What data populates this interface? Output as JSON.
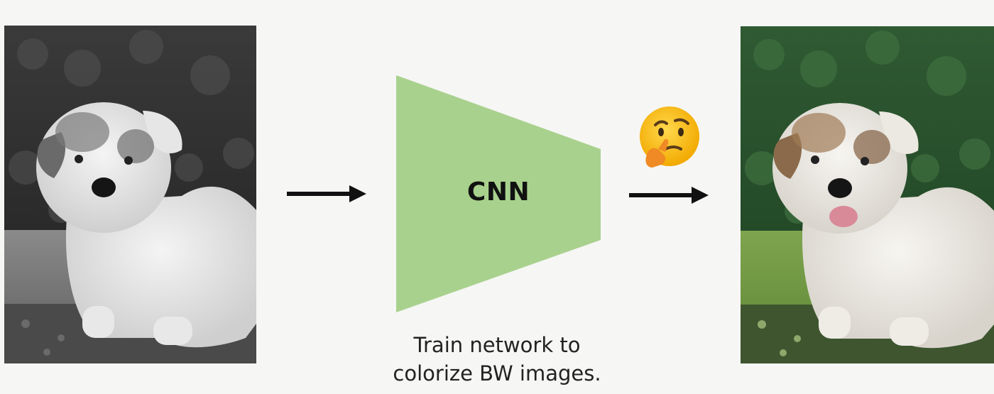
{
  "diagram": {
    "node_label": "CNN",
    "caption_line1": "Train network to",
    "caption_line2": "colorize BW images."
  },
  "images": {
    "input": "grayscale-dog-photo",
    "output": "colorized-dog-photo"
  },
  "icons": {
    "arrow_in": "right-arrow-icon",
    "arrow_out": "right-arrow-icon",
    "question": "thinking-face-emoji"
  },
  "colors": {
    "cnn_fill": "#a9d18e",
    "background": "#f6f6f4",
    "arrow": "#111111"
  }
}
